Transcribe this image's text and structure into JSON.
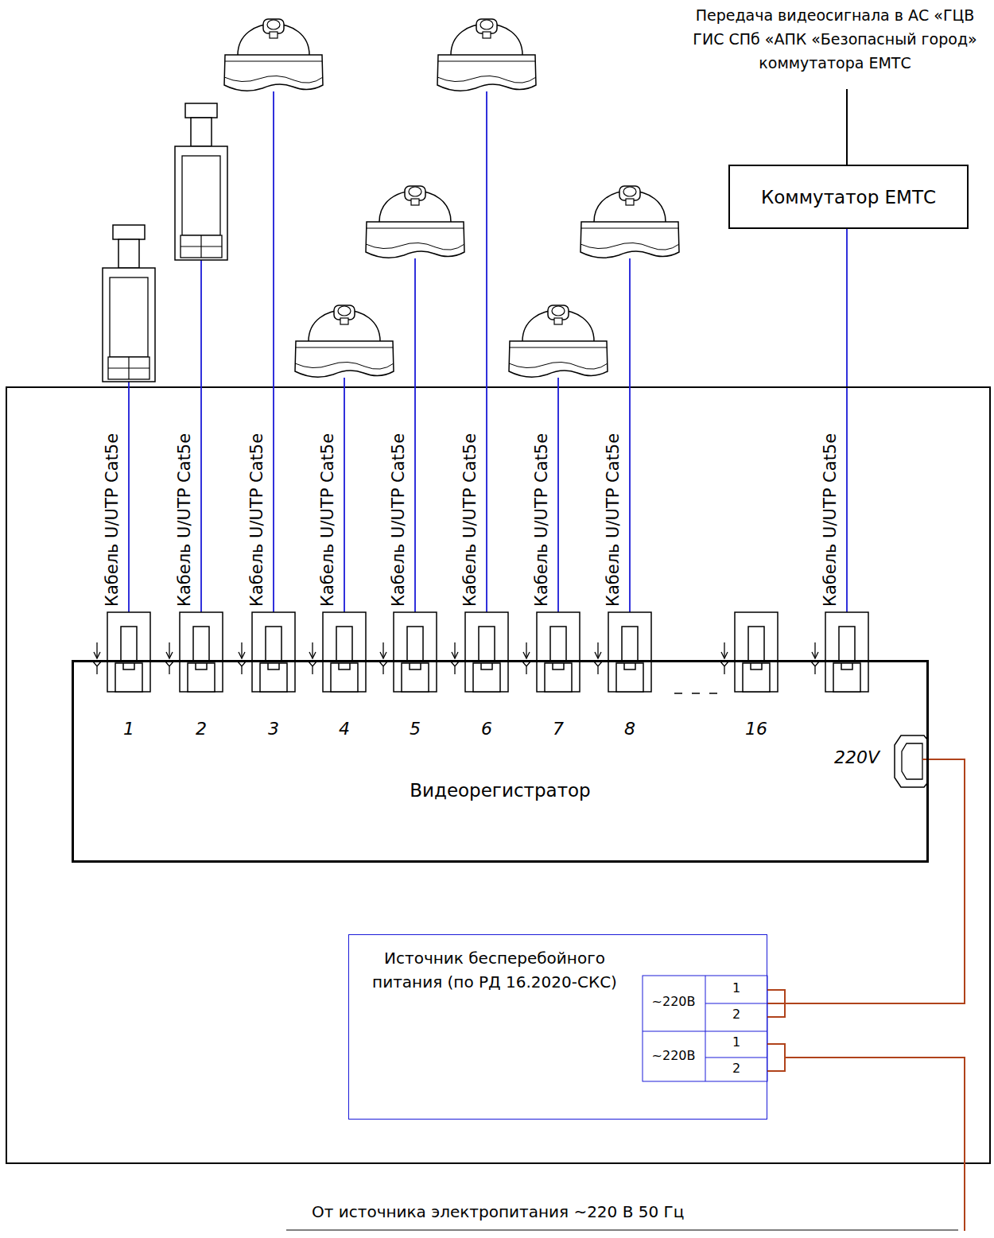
{
  "diagram": {
    "nodes": [
      {
        "text": [
          "Коммутатор ЕМТС"
        ]
      },
      {
        "text": [
          "Видеорегистратор"
        ]
      },
      {
        "text": [
          "Источник бесперебойного питания (по РД 16.2020-СКС)"
        ]
      }
    ],
    "edges": [
      {
        "from": 0,
        "to": 1,
        "arrow": "none",
        "label": "Кабель U/UTP Cat5e"
      },
      {
        "from": 2,
        "to": 1,
        "arrow": "none"
      }
    ],
    "labels": [
      "Передача видеосигнала в АС «ГЦВ ГИС СПб «АПК «Безопасный город» коммутатора ЕМТС",
      "Кабель U/UTP Cat5e",
      "Кабель U/UTP Cat5e",
      "Кабель U/UTP Cat5e",
      "Кабель U/UTP Cat5e",
      "Кабель U/UTP Cat5e",
      "Кабель U/UTP Cat5e",
      "Кабель U/UTP Cat5e",
      "Кабель U/UTP Cat5e",
      "1",
      "2",
      "3",
      "4",
      "5",
      "6",
      "7",
      "8",
      "16",
      "220V",
      "~220В",
      "1",
      "2",
      "~220В",
      "1",
      "2",
      "От источника электропитания ~220 В 50 Гц"
    ]
  }
}
